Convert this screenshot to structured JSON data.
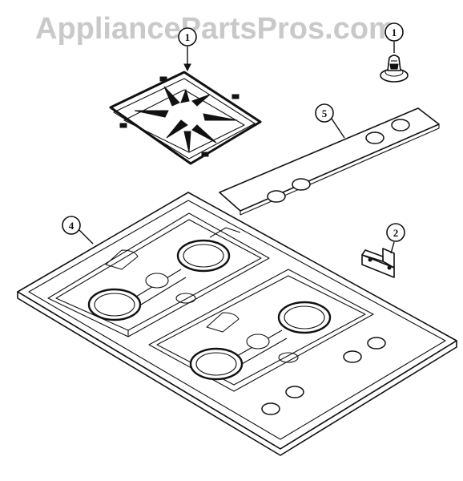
{
  "watermark": "AppliancePartsPros.com",
  "callouts": [
    {
      "id": "grate",
      "label": "1"
    },
    {
      "id": "knob",
      "label": "1"
    },
    {
      "id": "control-panel",
      "label": "5"
    },
    {
      "id": "cooktop",
      "label": "4"
    },
    {
      "id": "bracket",
      "label": "2"
    }
  ]
}
